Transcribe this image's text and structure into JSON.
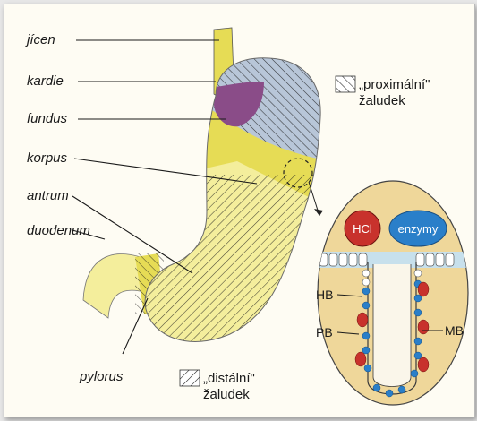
{
  "labels": {
    "jicen": "jícen",
    "kardie": "kardie",
    "fundus": "fundus",
    "korpus": "korpus",
    "antrum": "antrum",
    "duodenum": "duodenum",
    "pylorus": "pylorus"
  },
  "legend": {
    "proximal_line1": "„proximální\"",
    "proximal_line2": "žaludek",
    "distal_line1": "„distální\"",
    "distal_line2": "žaludek"
  },
  "gland": {
    "hcl": "HCl",
    "enzymy": "enzymy",
    "hb": "HB",
    "pb": "PB",
    "mb": "MB"
  },
  "colors": {
    "yellow": "#e6dc55",
    "pale_yellow": "#f4ee9c",
    "blue_hatch": "#b8c6d8",
    "purple": "#8a4c88",
    "cell_bg": "#efd79a",
    "red": "#c8322c",
    "blue": "#2a7fc9"
  }
}
